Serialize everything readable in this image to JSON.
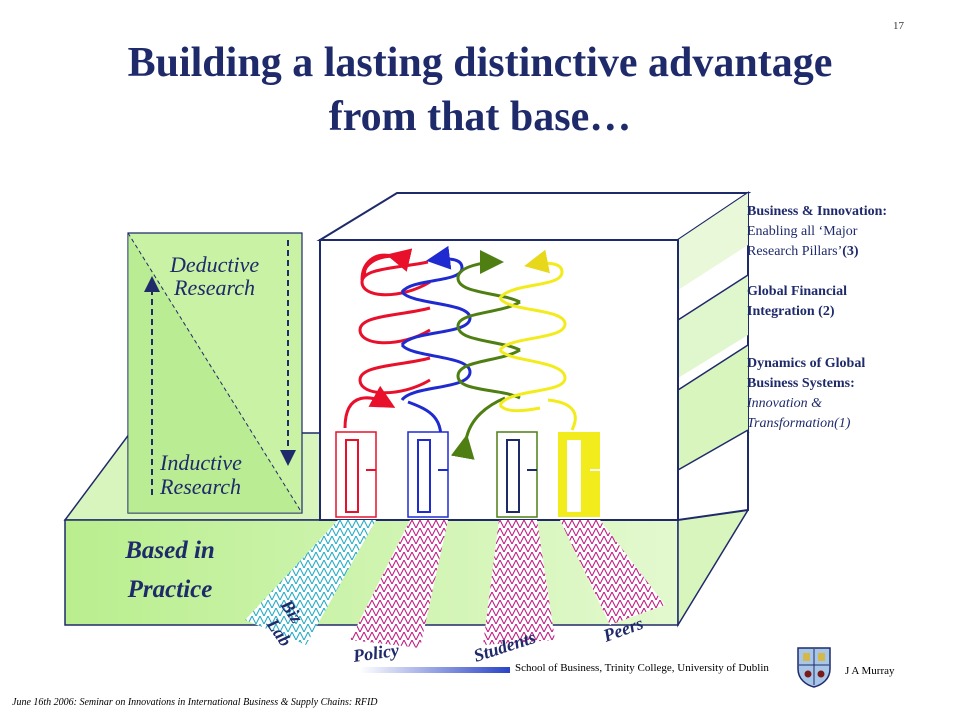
{
  "slide": {
    "number": "17"
  },
  "title": {
    "line1": "Building a lasting distinctive advantage",
    "line2": "from that base…"
  },
  "diagram": {
    "deductive": [
      "Deductive",
      "Research"
    ],
    "inductive": [
      "Inductive",
      "Research"
    ],
    "base": [
      "Based in",
      "Practice"
    ],
    "channels": {
      "bizlab": [
        "Biz",
        "Lab"
      ],
      "policy": "Policy",
      "students": "Students",
      "peers": "Peers"
    }
  },
  "pillars": {
    "p3": {
      "head": "Business & Innovation:",
      "line2": "Enabling all ‘Major",
      "line3a": "Research Pillars’",
      "line3b": "(3)"
    },
    "p2": {
      "line1": "Global Financial",
      "line2": "Integration (2)"
    },
    "p1": {
      "line1": "Dynamics of Global",
      "line2": "Business Systems:",
      "line3": "Innovation &",
      "line4": "Transformation(1)"
    }
  },
  "footer": {
    "school": "School of Business, Trinity College, University of Dublin",
    "author": "J A Murray",
    "event": "June 16th 2006: Seminar on Innovations in International Business & Supply Chains: RFID"
  },
  "colors": {
    "title": "#1f2a6b",
    "green_fill": "#c9f2a4",
    "red": "#e8102a",
    "blue": "#1f2bd0",
    "olive": "#4f7f12",
    "yellow": "#f2ec1c",
    "accent_bar": "#2a44c6"
  },
  "icons": [
    "university-crest-icon"
  ]
}
